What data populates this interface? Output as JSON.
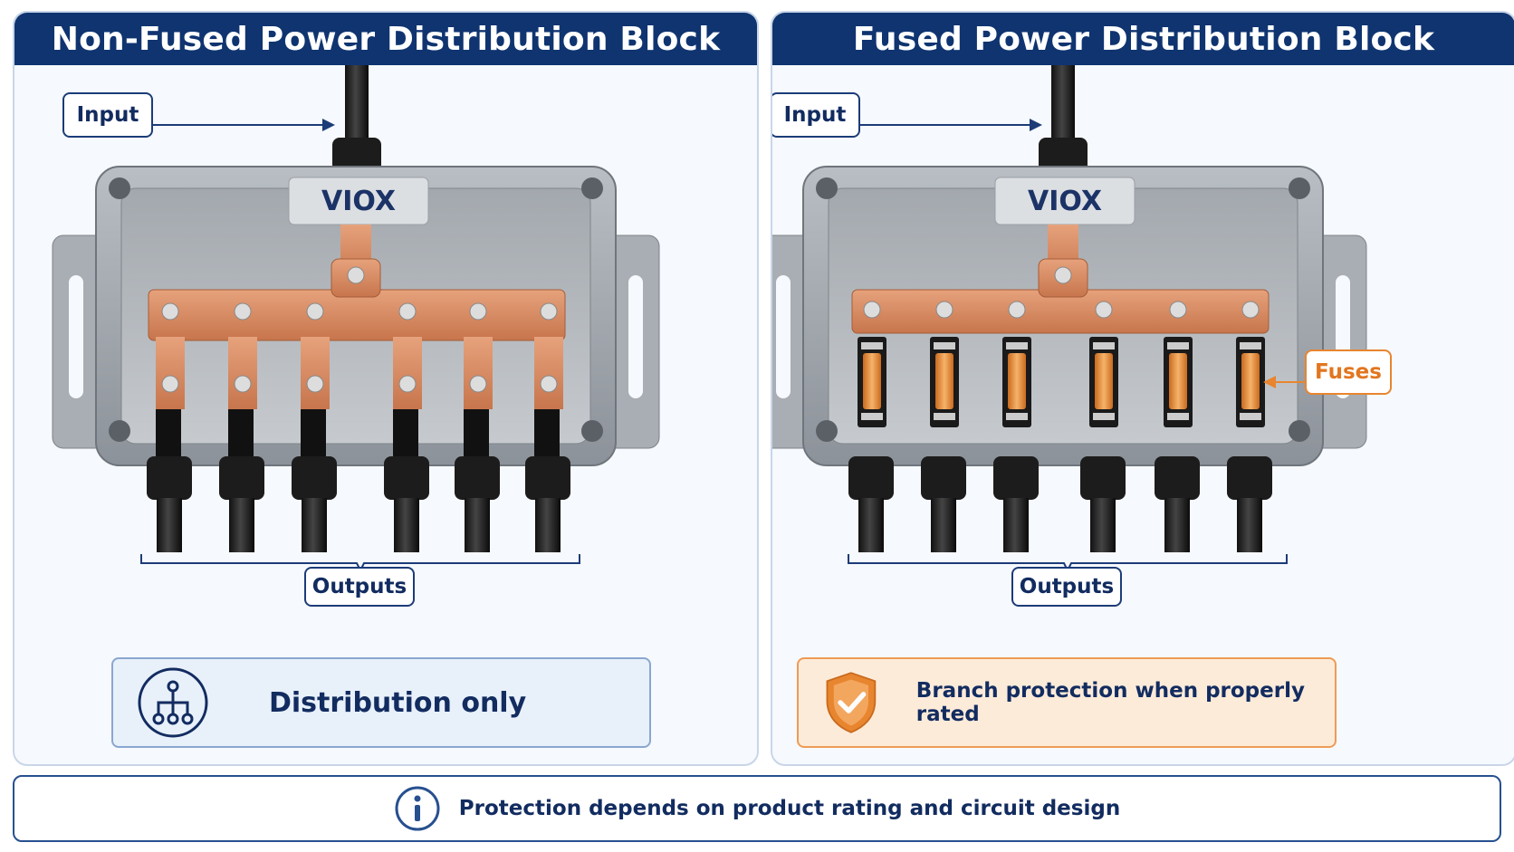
{
  "left_panel": {
    "title": "Non-Fused Power Distribution Block",
    "input_label": "Input",
    "brand": "VIOX",
    "outputs_label": "Outputs",
    "summary": "Distribution only",
    "summary_icon": "hierarchy-network-icon"
  },
  "right_panel": {
    "title": "Fused Power Distribution Block",
    "input_label": "Input",
    "brand": "VIOX",
    "fuses_label": "Fuses",
    "outputs_label": "Outputs",
    "summary": "Branch protection when properly rated",
    "summary_icon": "shield-check-icon"
  },
  "footer": {
    "text": "Protection depends on product rating and circuit design",
    "icon": "info-icon"
  },
  "colors": {
    "header_navy": "#0f3470",
    "copper": "#d4875e",
    "fuse_orange": "#e8852f",
    "enclosure_gray": "#9aa0a6"
  }
}
